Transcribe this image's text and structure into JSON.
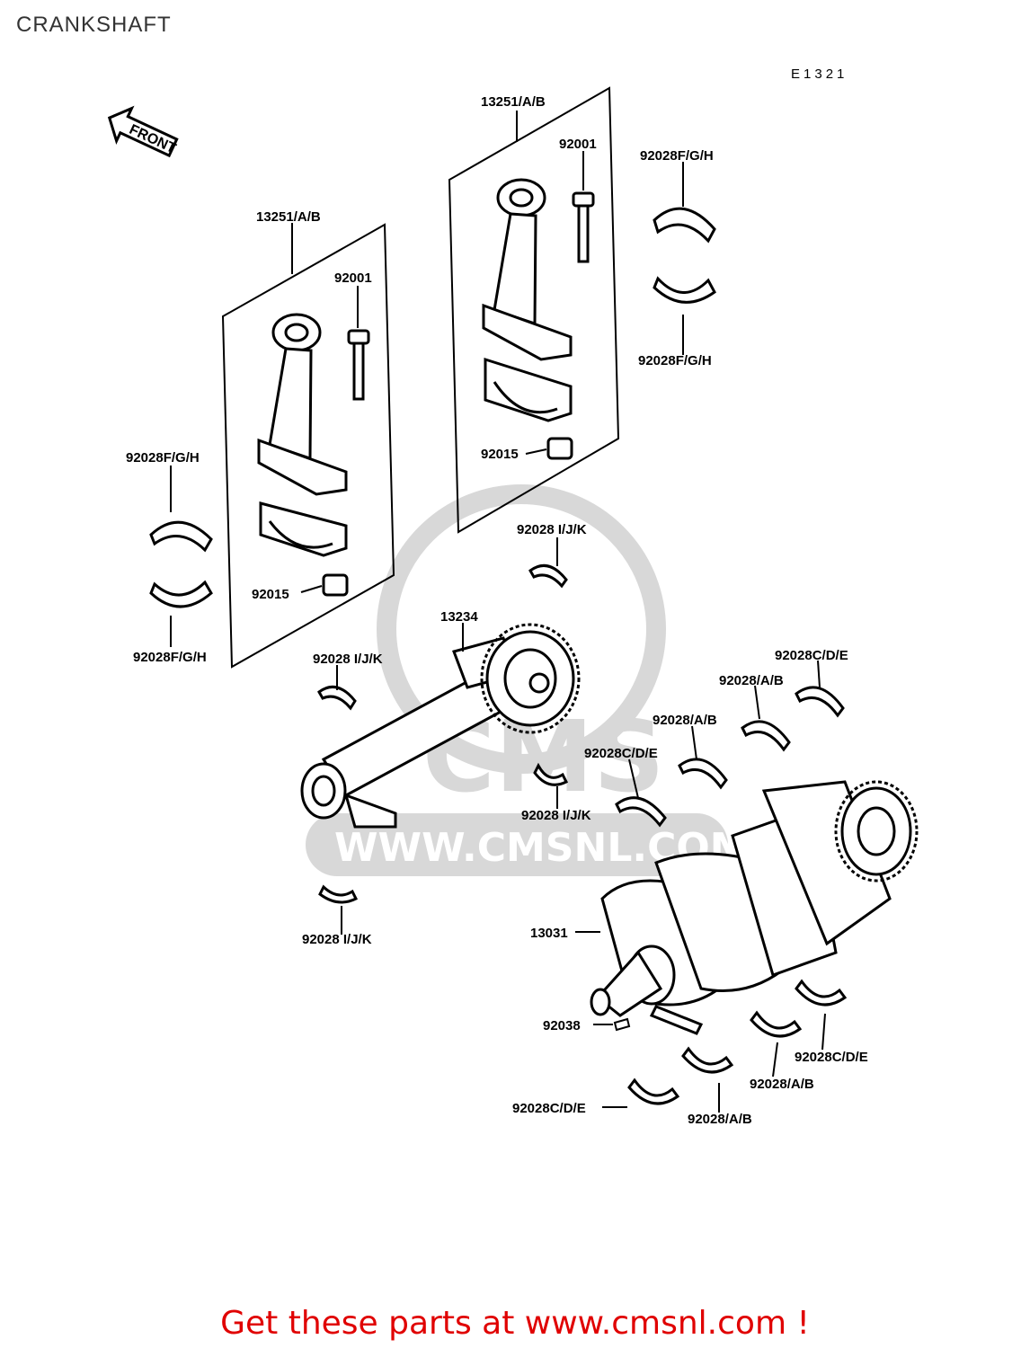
{
  "title": "CRANKSHAFT",
  "diagram_code": "E1321",
  "front_label": "FRONT",
  "watermark": {
    "logo": "CMS",
    "url": "WWW.CMSNL.COM"
  },
  "banner": "Get these parts at www.cmsnl.com !",
  "colors": {
    "banner": "#e00000",
    "title": "#333333",
    "watermark": "#d8d8d8"
  },
  "callouts": [
    "13251/A/B",
    "92001",
    "92015",
    "92028F/G/H",
    "92028F/G/H",
    "13251/A/B",
    "92001",
    "92015",
    "92028F/G/H",
    "92028F/G/H",
    "92028 I/J/K",
    "13234",
    "92028 I/J/K",
    "92028 I/J/K",
    "92028 I/J/K",
    "92028C/D/E",
    "92028/A/B",
    "92028/A/B",
    "92028C/D/E",
    "13031",
    "92038",
    "92028C/D/E",
    "92028/A/B",
    "92028/A/B",
    "92028C/D/E"
  ]
}
